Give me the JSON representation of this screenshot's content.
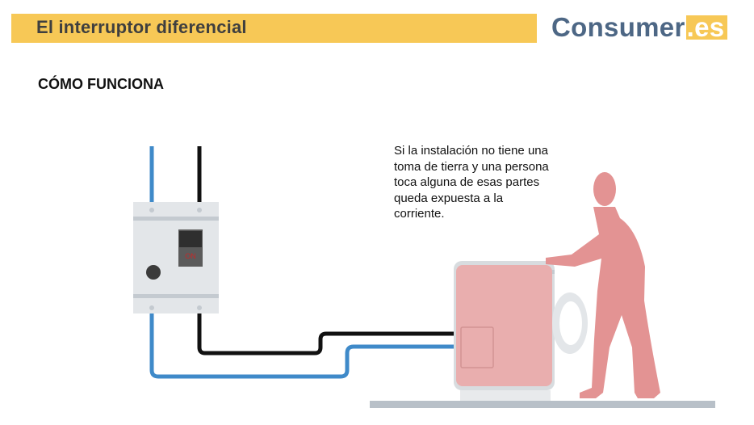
{
  "header": {
    "title": "El interruptor diferencial",
    "logo_main": "Consumer",
    "logo_suffix": ".es"
  },
  "section": {
    "heading": "CÓMO FUNCIONA"
  },
  "annotation": {
    "text": "Si la instalación no tiene una\ntoma de tierra y una persona\ntoca alguna de esas partes\nqueda expuesta a la\ncorriente."
  },
  "breaker": {
    "switch_label": "ON"
  },
  "colors": {
    "accent_yellow": "#f7c856",
    "logo_blue": "#4d6785",
    "wire_blue": "#3f8ac9",
    "wire_black": "#111111",
    "panel_grey": "#e3e6e9",
    "person": "#e39393",
    "washer_body": "#e9aeae",
    "floor": "#b8c0c8"
  },
  "icons": [
    "differential-breaker-icon",
    "washing-machine-icon",
    "person-icon"
  ]
}
